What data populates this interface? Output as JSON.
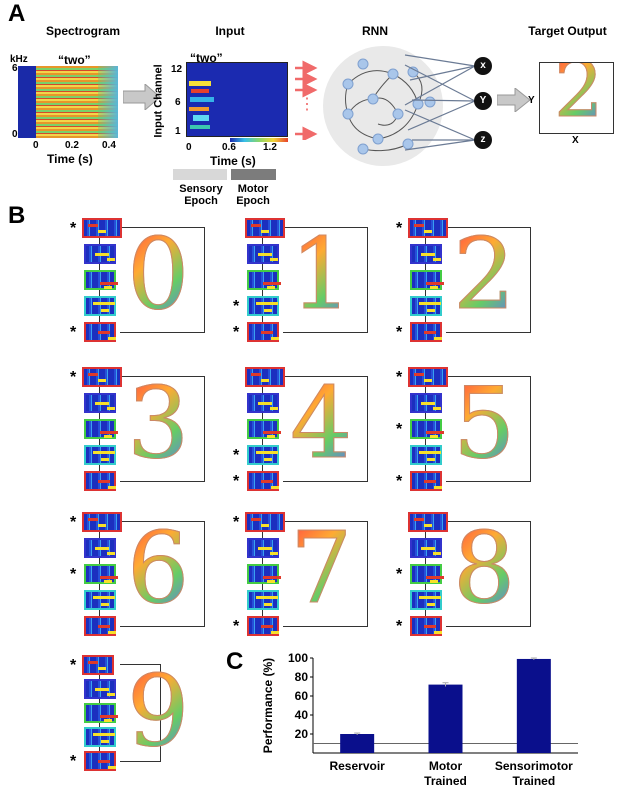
{
  "panels": {
    "a": "A",
    "b": "B",
    "c": "C"
  },
  "panel_a": {
    "spectrogram_title": "Spectrogram",
    "input_title": "Input",
    "rnn_title": "RNN",
    "target_title": "Target Output",
    "spec_unit": "kHz",
    "spec_word": "“two”",
    "spec_ticks_y": [
      "6",
      "0"
    ],
    "spec_ticks_x": [
      "0",
      "0.2",
      "0.4"
    ],
    "spec_xlabel": "Time (s)",
    "input_word": "“two”",
    "input_ylabel": "Input Channel",
    "input_ticks_y": [
      "12",
      "6",
      "1"
    ],
    "input_ticks_x": [
      "0",
      "0.6",
      "1.2"
    ],
    "input_xlabel": "Time (s)",
    "sensory_epoch": "Sensory Epoch",
    "motor_epoch": "Motor Epoch",
    "outputs": [
      "x",
      "Y",
      "z"
    ],
    "target_x_label": "X",
    "target_y_label": "Y",
    "target_digit": "2",
    "dots": "⋮"
  },
  "panel_b": {
    "digits": [
      "0",
      "1",
      "2",
      "3",
      "4",
      "5",
      "6",
      "7",
      "8",
      "9"
    ],
    "star": "*"
  },
  "chart_data": {
    "type": "bar",
    "categories": [
      "Reservoir",
      "Motor Trained",
      "Sensorimotor Trained"
    ],
    "category_lines": [
      [
        "Reservoir"
      ],
      [
        "Motor",
        "Trained"
      ],
      [
        "Sensorimotor",
        "Trained"
      ]
    ],
    "values": [
      20,
      72,
      99
    ],
    "errors": [
      1,
      2,
      1
    ],
    "ylabel": "Performance (%)",
    "yticks": [
      "20",
      "40",
      "60",
      "80",
      "100"
    ],
    "ylim": [
      0,
      100
    ],
    "reference_line": 10,
    "bar_color": "#0a0f8c"
  }
}
